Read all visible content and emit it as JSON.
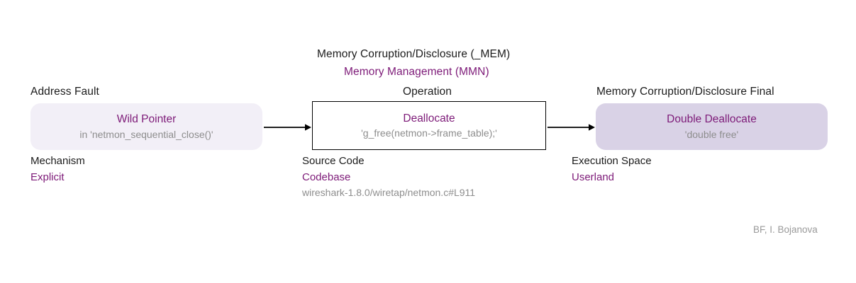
{
  "diagram": {
    "title_top": "Memory Corruption/Disclosure (_MEM)",
    "title_top_sub": "Memory Management (MMN)",
    "credit": "BF, I. Bojanova",
    "accent_purple": "#7d1a78",
    "ink": "#1b1b1b",
    "muted_grey": "#8d8d8d",
    "fill_light": "#f2eff7",
    "fill_deep": "#d9d2e6"
  },
  "nodes": [
    {
      "header": "Address Fault",
      "title": "Wild Pointer",
      "subtitle": "in 'netmon_sequential_close()'",
      "meta_label": "Mechanism",
      "meta_value": "Explicit",
      "meta_sub": ""
    },
    {
      "header": "Operation",
      "title": "Deallocate",
      "subtitle": "'g_free(netmon->frame_table);'",
      "meta_label": "Source Code",
      "meta_value": "Codebase",
      "meta_sub": "wireshark-1.8.0/wiretap/netmon.c#L911"
    },
    {
      "header": "Memory Corruption/Disclosure Final",
      "title": "Double Deallocate",
      "subtitle": "'double free'",
      "meta_label": "Execution Space",
      "meta_value": "Userland",
      "meta_sub": ""
    }
  ],
  "arrows": [
    {
      "name": "arrow-fault-to-operation"
    },
    {
      "name": "arrow-operation-to-final"
    }
  ]
}
